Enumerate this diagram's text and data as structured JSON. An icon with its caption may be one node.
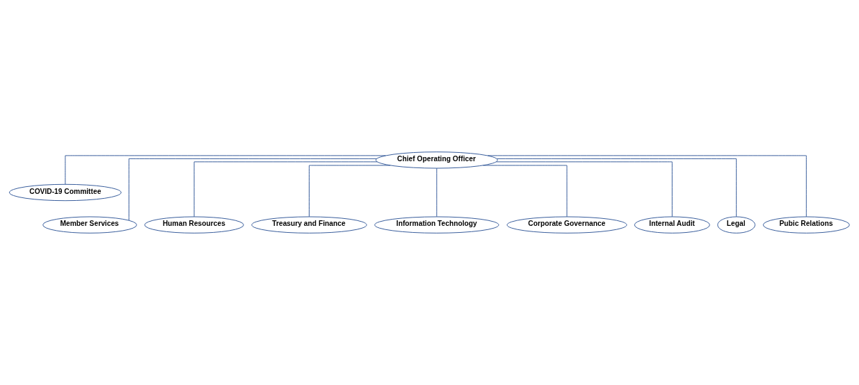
{
  "diagram": {
    "nodes": [
      {
        "text": [
          "Chief Operating Officer"
        ]
      },
      {
        "text": [
          "COVID-19 Committee"
        ]
      },
      {
        "text": [
          "Member Services"
        ]
      },
      {
        "text": [
          "Human Resources"
        ]
      },
      {
        "text": [
          "Treasury and Finance"
        ]
      },
      {
        "text": [
          "Information Technology"
        ]
      },
      {
        "text": [
          "Corporate Governance"
        ]
      },
      {
        "text": [
          "Internal Audit"
        ]
      },
      {
        "text": [
          "Legal"
        ]
      },
      {
        "text": [
          "Pubic Relations"
        ]
      }
    ],
    "edges": [
      {
        "from": 0,
        "to": 1,
        "arrow": "none"
      },
      {
        "from": 0,
        "to": 2,
        "arrow": "none"
      },
      {
        "from": 0,
        "to": 3,
        "arrow": "none"
      },
      {
        "from": 0,
        "to": 4,
        "arrow": "none"
      },
      {
        "from": 0,
        "to": 5,
        "arrow": "none"
      },
      {
        "from": 0,
        "to": 6,
        "arrow": "none"
      },
      {
        "from": 0,
        "to": 7,
        "arrow": "none"
      },
      {
        "from": 0,
        "to": 8,
        "arrow": "none"
      },
      {
        "from": 0,
        "to": 9,
        "arrow": "none"
      }
    ]
  }
}
